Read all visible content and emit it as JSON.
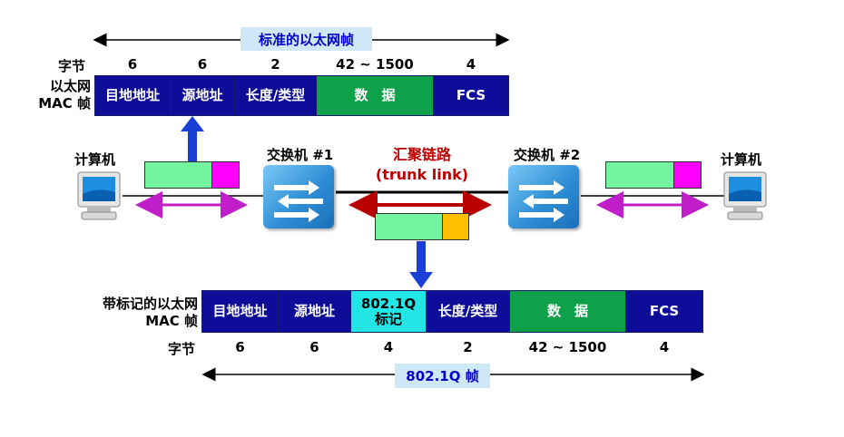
{
  "top": {
    "title": "标准的以太网帧",
    "row_label": "字节",
    "frame_label_line1": "以太网",
    "frame_label_line2": "MAC 帧",
    "fields": [
      {
        "label": "目地地址",
        "bytes": "6"
      },
      {
        "label": "源地址",
        "bytes": "6"
      },
      {
        "label": "长度/类型",
        "bytes": "2"
      },
      {
        "label": "数　据",
        "bytes": "42 ~ 1500"
      },
      {
        "label": "FCS",
        "bytes": "4"
      }
    ]
  },
  "network": {
    "computer_left": "计算机",
    "computer_right": "计算机",
    "switch1": "交换机 #1",
    "switch2": "交换机 #2",
    "trunk_line1": "汇聚链路",
    "trunk_line2": "(trunk link)"
  },
  "bottom": {
    "frame_label_line1": "带标记的以太网",
    "frame_label_line2": "MAC 帧",
    "row_label": "字节",
    "title": "802.1Q 帧",
    "fields": [
      {
        "label": "目地地址",
        "bytes": "6"
      },
      {
        "label": "源地址",
        "bytes": "6"
      },
      {
        "label": "802.1Q\n标记",
        "bytes": "4"
      },
      {
        "label": "长度/类型",
        "bytes": "2"
      },
      {
        "label": "数　据",
        "bytes": "42 ~ 1500"
      },
      {
        "label": "FCS",
        "bytes": "4"
      }
    ]
  },
  "colors": {
    "field_blue": "#0d0d99",
    "field_green": "#0fa04a",
    "tag_cyan": "#22e6e6",
    "arrow_blue": "#1a3fd6",
    "arrow_magenta": "#c01ec8",
    "arrow_red": "#b80000",
    "title_bg": "#cfe8f7",
    "trunk_text": "#c00000"
  }
}
